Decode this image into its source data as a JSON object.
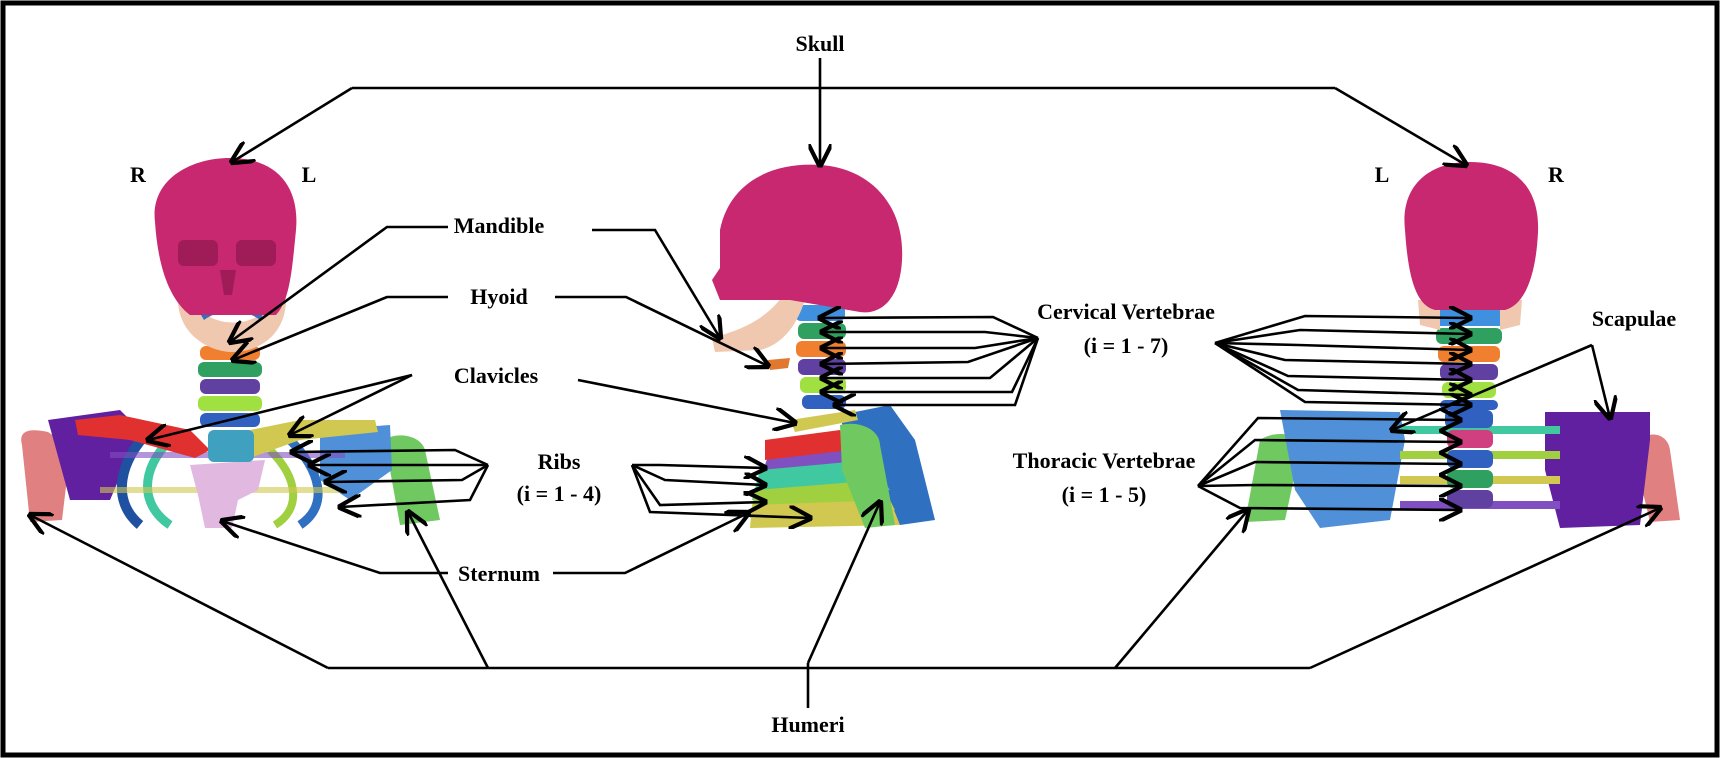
{
  "labels": {
    "skull": "Skull",
    "mandible": "Mandible",
    "hyoid": "Hyoid",
    "clavicles": "Clavicles",
    "ribs": "Ribs",
    "ribs_range": "(i = 1 - 4)",
    "sternum": "Sternum",
    "humeri": "Humeri",
    "cervical": "Cervical Vertebrae",
    "cervical_range": "(i = 1 - 7)",
    "thoracic": "Thoracic Vertebrae",
    "thoracic_range": "(i = 1 - 5)",
    "scapulae": "Scapulae"
  },
  "orientation": {
    "front_right": "R",
    "front_left": "L",
    "back_left": "L",
    "back_right": "R"
  },
  "colors": {
    "skull": "#c8286f",
    "mandible": "#f0c8b0",
    "hyoid": "#e07830",
    "clavicle": "#e03030",
    "sternum": "#e0b8e0",
    "humerus": "#e08080",
    "humerus_side": "#70c860",
    "scapula": "#6020a0",
    "scapula_back": "#5090d8",
    "rib_colors": [
      "#3070c0",
      "#40c8a0",
      "#a0d040",
      "#d0c850",
      "#8050c0",
      "#2050a0"
    ],
    "vertebra_colors": [
      "#4090e0",
      "#30a060",
      "#f08030",
      "#6040a0",
      "#a0e040",
      "#3060c0",
      "#d04080"
    ]
  }
}
